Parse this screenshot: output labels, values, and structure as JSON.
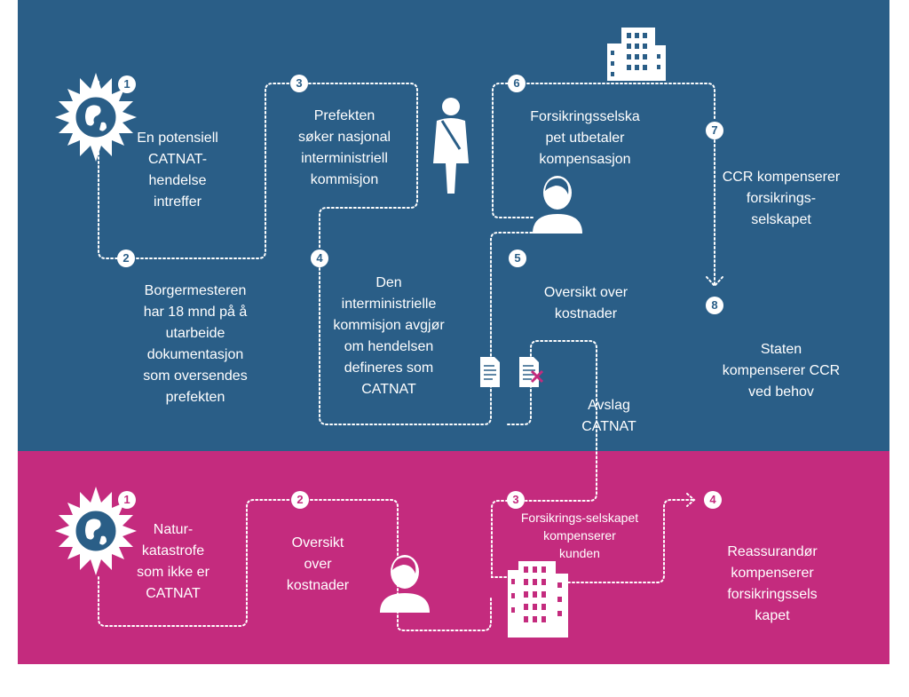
{
  "colors": {
    "top_panel": "#2a5e87",
    "bottom_panel": "#c42b7e",
    "reject_mark": "#c42b7e",
    "line": "#ffffff"
  },
  "top": {
    "steps": [
      {
        "number": "1",
        "text": "En potensiell\nCATNAT-\nhendelse\nintreffer",
        "icon": "sun-globe-icon"
      },
      {
        "number": "2",
        "text": "Borgermesteren\nhar 18 mnd på å\nutarbeide\ndokumentasjon\nsom oversendes\nprefekten"
      },
      {
        "number": "3",
        "text": "Prefekten\nsøker nasjonal\ninterministriell\nkommisjon",
        "icon": "official-person-icon"
      },
      {
        "number": "4",
        "text": "Den\ninterministrielle\nkommisjon avgjør\nom hendelsen\ndefineres som\nCATNAT",
        "icon": "document-icon"
      },
      {
        "number": "5",
        "text": "Oversikt over\nkostnader",
        "icon": "person-icon"
      },
      {
        "number": "6",
        "text": "Forsikringsselska\npet utbetaler\nkompensasjon",
        "icon": "building-icon"
      },
      {
        "number": "7",
        "text": "CCR kompenserer\nforsikrings-\nselskapet"
      },
      {
        "number": "8",
        "text": "Staten\nkompenserer CCR\nved behov"
      }
    ],
    "rejection": {
      "text": "Avslag\nCATNAT",
      "icon": "rejected-document-icon"
    }
  },
  "bottom": {
    "steps": [
      {
        "number": "1",
        "text": "Natur-\nkatastrofe\nsom ikke er\nCATNAT",
        "icon": "sun-globe-icon"
      },
      {
        "number": "2",
        "text": "Oversikt\nover\nkostnader",
        "icon": "person-icon"
      },
      {
        "number": "3",
        "text": "Forsikrings-selskapet\nkompenserer\nkunden",
        "icon": "building-icon"
      },
      {
        "number": "4",
        "text": "Reassurandør\nkompenserer\nforsikringssels\nkapet"
      }
    ]
  }
}
